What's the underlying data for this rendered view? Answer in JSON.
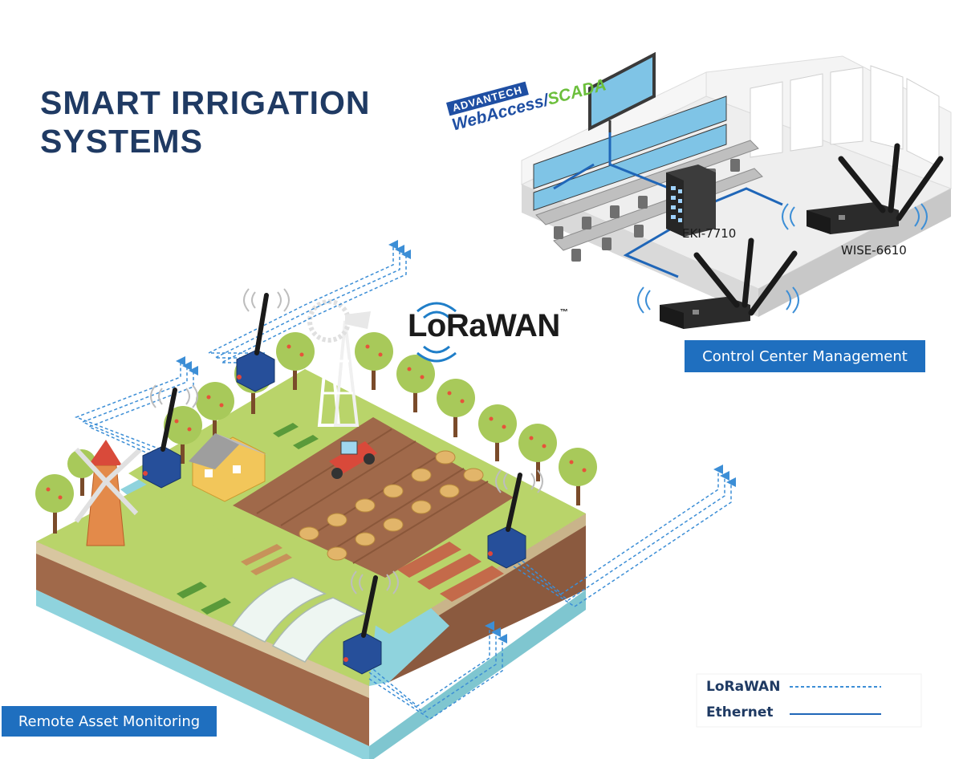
{
  "title": {
    "line1": "SMART IRRIGATION",
    "line2": "SYSTEMS"
  },
  "brand": {
    "advantech": "ADVANTECH",
    "webaccess": "WebAccess/",
    "scada": "SCADA"
  },
  "lorawan_logo": {
    "text": "LoRaWAN",
    "tm": "™"
  },
  "devices": {
    "switch": "EKI-7710",
    "gateway": "WISE-6610"
  },
  "boxes": {
    "control_center": "Control Center Management",
    "remote_monitoring": "Remote Asset Monitoring"
  },
  "legend": {
    "lorawan": "LoRaWAN",
    "ethernet": "Ethernet"
  },
  "colors": {
    "title": "#1f3a63",
    "box_fill": "#1f6fbf",
    "box_text": "#ffffff",
    "lorawan_link": "#3c8ed6",
    "ethernet_link": "#1f66b8",
    "grass": "#b9d46a",
    "soil": "#a0694a",
    "water": "#8fd3dd"
  },
  "icons": {
    "sensor": "lora-sensor-node-icon",
    "gateway": "lte-gateway-icon",
    "switch": "ethernet-switch-icon",
    "monitor": "monitor-icon",
    "windmill": "windmill-icon",
    "tractor": "tractor-icon",
    "barn": "barn-icon",
    "greenhouse": "greenhouse-icon",
    "tree": "tree-icon"
  }
}
